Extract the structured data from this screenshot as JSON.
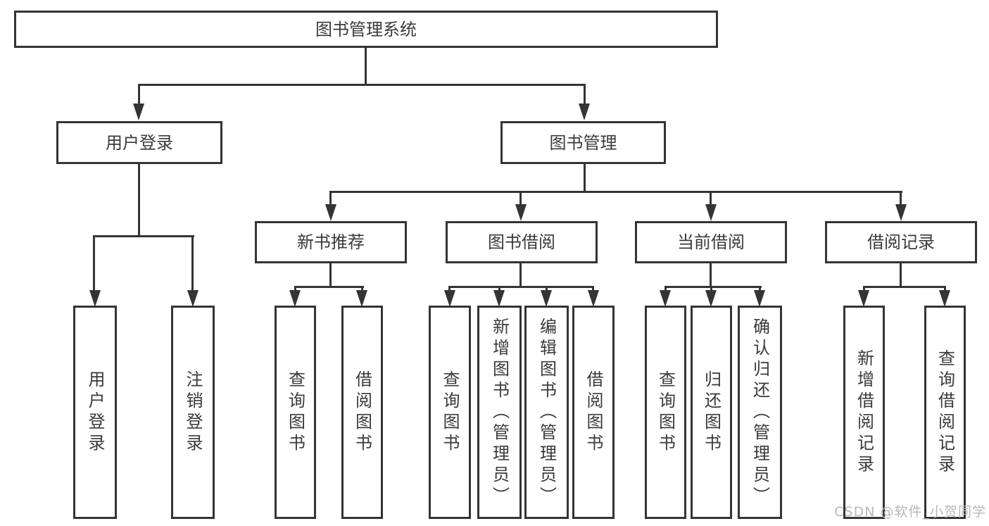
{
  "root": {
    "label": "图书管理系统"
  },
  "branches": {
    "user_login": {
      "label": "用户登录",
      "children": {
        "login": {
          "label": "用户登录"
        },
        "logout": {
          "label": "注销登录"
        }
      }
    },
    "book_management": {
      "label": "图书管理",
      "children": {
        "new_book_recommend": {
          "label": "新书推荐",
          "children": {
            "query_book": {
              "label": "查询图书"
            },
            "borrow_book": {
              "label": "借阅图书"
            }
          }
        },
        "book_borrow": {
          "label": "图书借阅",
          "children": {
            "query_book": {
              "label": "查询图书"
            },
            "add_book_admin": {
              "label": "新增图书（管理员）"
            },
            "edit_book_admin": {
              "label": "编辑图书（管理员）"
            },
            "borrow_book": {
              "label": "借阅图书"
            }
          }
        },
        "current_borrow": {
          "label": "当前借阅",
          "children": {
            "query_book": {
              "label": "查询图书"
            },
            "return_book": {
              "label": "归还图书"
            },
            "confirm_return_admin": {
              "label": "确认归还（管理员）"
            }
          }
        },
        "borrow_record": {
          "label": "借阅记录",
          "children": {
            "add_record": {
              "label": "新增借阅记录"
            },
            "query_record": {
              "label": "查询借阅记录"
            }
          }
        }
      }
    }
  },
  "watermark": {
    "text": "CSDN @软件_小贺同学"
  },
  "colors": {
    "line": "#343434",
    "text": "#3a3a3a",
    "watermark": "#b8b8b8",
    "background": "#ffffff"
  }
}
